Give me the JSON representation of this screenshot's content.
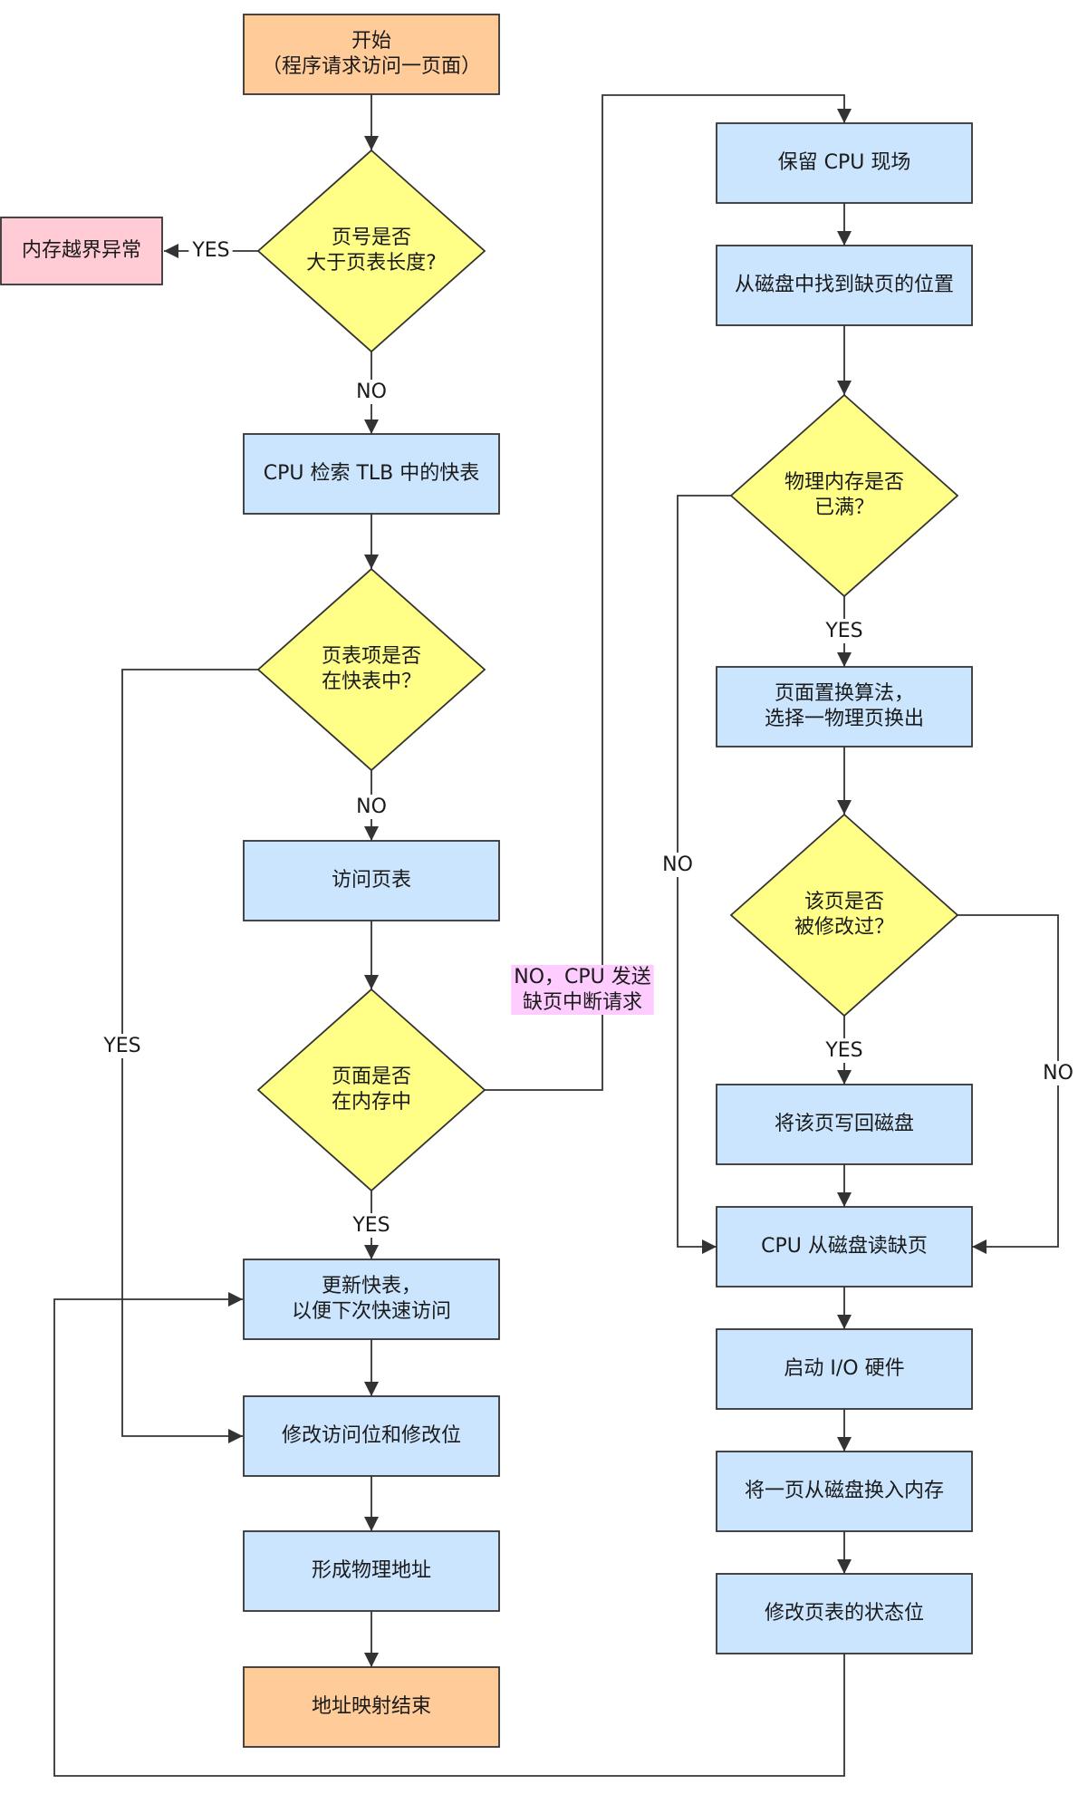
{
  "colors": {
    "terminal": "#ffcc99",
    "process": "#cce5ff",
    "decision": "#ffff88",
    "error": "#ffccd5",
    "label_highlight": "#ffccff",
    "stroke": "#333333"
  },
  "nodes": {
    "start": [
      "开始",
      "（程序请求访问一页面）"
    ],
    "page_number_check": [
      "页号是否",
      "大于页表长度?"
    ],
    "out_of_bounds": [
      "内存越界异常"
    ],
    "search_tlb": [
      "CPU 检索 TLB 中的快表"
    ],
    "tlb_hit_check": [
      "页表项是否",
      "在快表中？"
    ],
    "access_page_table": [
      "访问页表"
    ],
    "page_in_memory_check": [
      "页面是否",
      "在内存中"
    ],
    "update_tlb": [
      "更新快表，",
      "以便下次快速访问"
    ],
    "modify_bits": [
      "修改访问位和修改位"
    ],
    "form_physical_address": [
      "形成物理地址"
    ],
    "end": [
      "地址映射结束"
    ],
    "save_cpu_state": [
      "保留 CPU 现场"
    ],
    "find_on_disk": [
      "从磁盘中找到缺页的位置"
    ],
    "memory_full_check": [
      "物理内存是否",
      "已满？"
    ],
    "page_replacement": [
      "页面置换算法，",
      "选择一物理页换出"
    ],
    "page_modified_check": [
      "该页是否",
      "被修改过？"
    ],
    "write_back": [
      "将该页写回磁盘"
    ],
    "cpu_read_disk": [
      "CPU 从磁盘读缺页"
    ],
    "start_io": [
      "启动 I/O 硬件"
    ],
    "swap_in": [
      "将一页从磁盘换入内存"
    ],
    "update_page_table_status": [
      "修改页表的状态位"
    ]
  },
  "edge_labels": {
    "bounds_yes": "YES",
    "bounds_no": "NO",
    "tlb_yes": "YES",
    "tlb_no": "NO",
    "in_memory_yes": "YES",
    "page_fault": [
      "NO，CPU 发送",
      "缺页中断请求"
    ],
    "full_yes": "YES",
    "full_no": "NO",
    "modified_yes": "YES",
    "modified_no": "NO"
  }
}
